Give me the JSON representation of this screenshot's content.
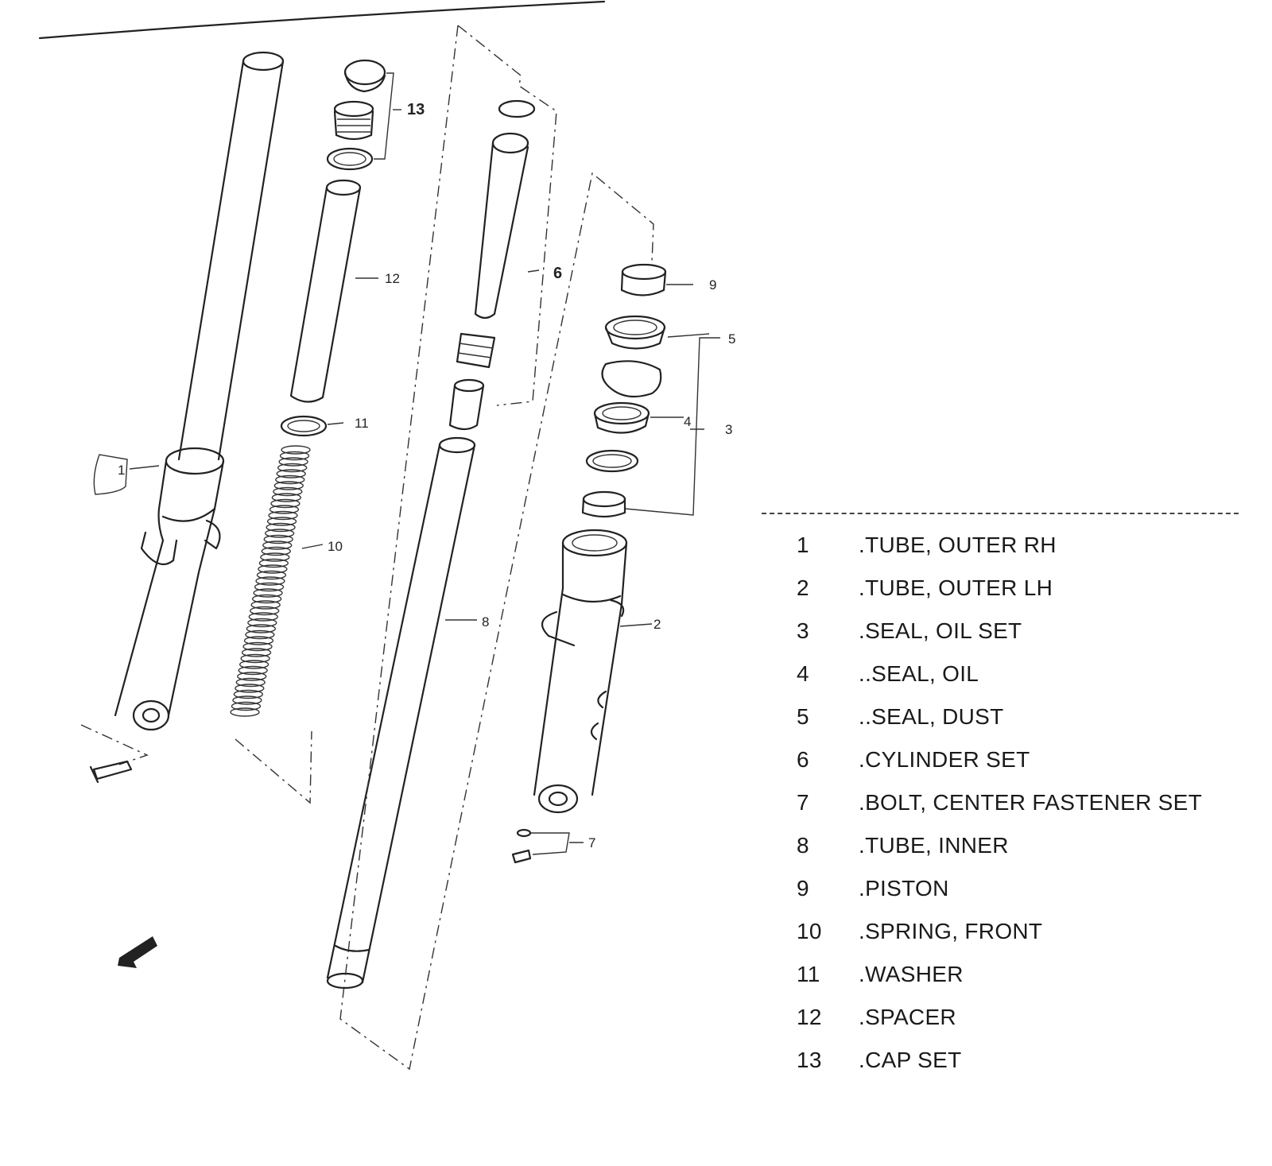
{
  "diagram": {
    "callouts": {
      "c1": "1",
      "c2": "2",
      "c3": "3",
      "c4": "4",
      "c5": "5",
      "c6": "6",
      "c7": "7",
      "c8": "8",
      "c9": "9",
      "c10": "10",
      "c11": "11",
      "c12": "12",
      "c13": "13"
    }
  },
  "parts_list": {
    "rows": [
      {
        "no": "1",
        "desc": ".TUBE, OUTER RH"
      },
      {
        "no": "2",
        "desc": ".TUBE, OUTER LH"
      },
      {
        "no": "3",
        "desc": ".SEAL, OIL SET"
      },
      {
        "no": "4",
        "desc": "..SEAL, OIL"
      },
      {
        "no": "5",
        "desc": "..SEAL, DUST"
      },
      {
        "no": "6",
        "desc": ".CYLINDER SET"
      },
      {
        "no": "7",
        "desc": ".BOLT, CENTER FASTENER SET"
      },
      {
        "no": "8",
        "desc": ".TUBE, INNER"
      },
      {
        "no": "9",
        "desc": ".PISTON"
      },
      {
        "no": "10",
        "desc": ".SPRING, FRONT"
      },
      {
        "no": "11",
        "desc": ".WASHER"
      },
      {
        "no": "12",
        "desc": ".SPACER"
      },
      {
        "no": "13",
        "desc": ".CAP SET"
      }
    ]
  }
}
